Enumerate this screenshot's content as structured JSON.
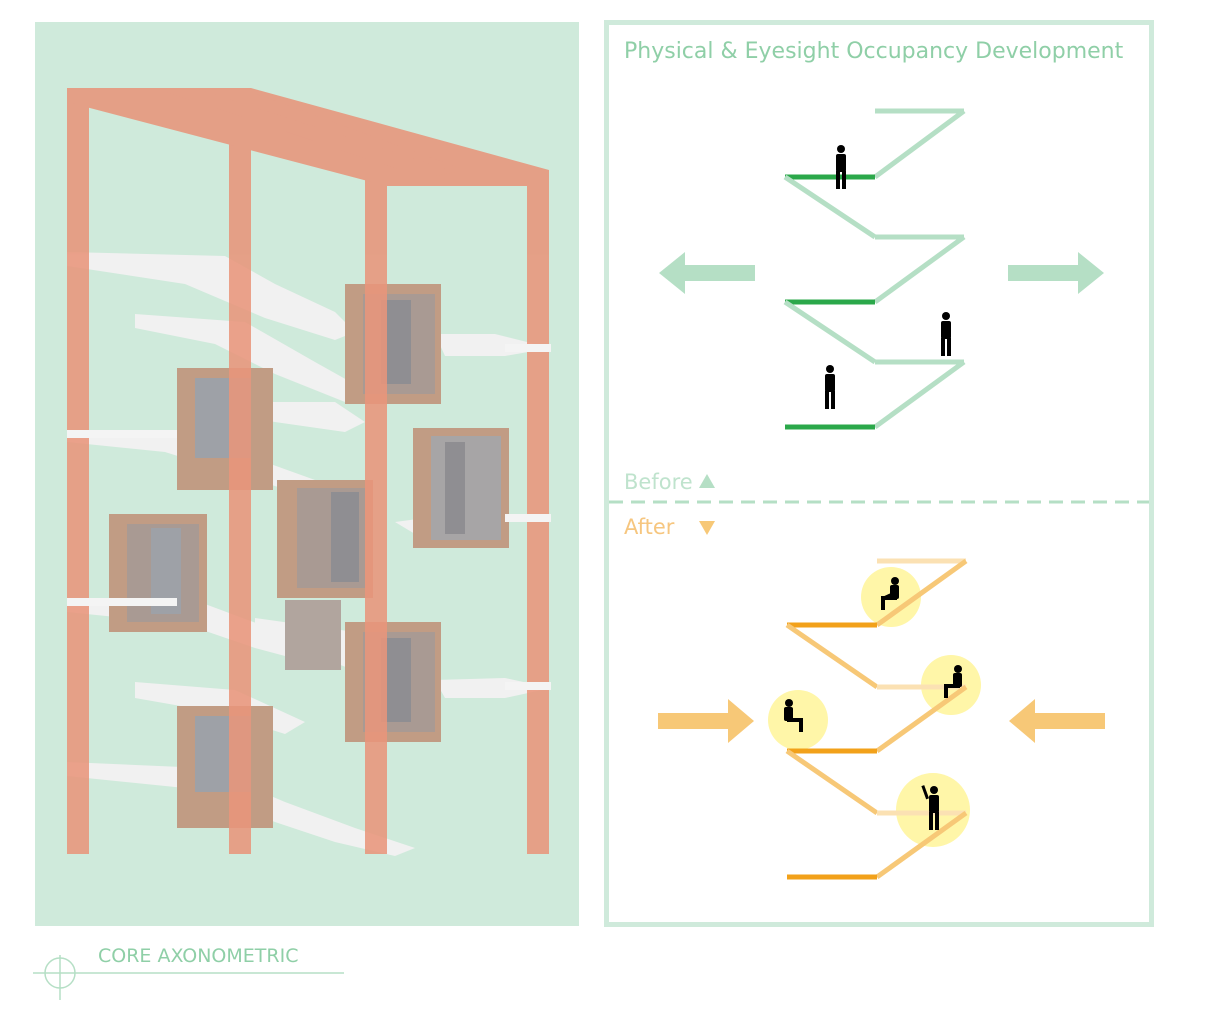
{
  "diagram": {
    "title": "Physical & Eyesight Occupancy Development",
    "before_label": "Before",
    "after_label": "After",
    "caption": "CORE AXONOMETRIC"
  },
  "colors": {
    "panel_background": "#cfeadb",
    "structure_orange": "#e8957b",
    "booth_brown": "#c19c84",
    "green_strong": "#2ba84a",
    "green_light": "#b5dfc5",
    "orange_strong": "#f2a11a",
    "orange_light": "#f7c877",
    "highlight_yellow": "#fff6a8"
  },
  "icons": {
    "before": "triangle-up-icon",
    "after": "triangle-down-icon",
    "caption": "section-marker-icon"
  }
}
